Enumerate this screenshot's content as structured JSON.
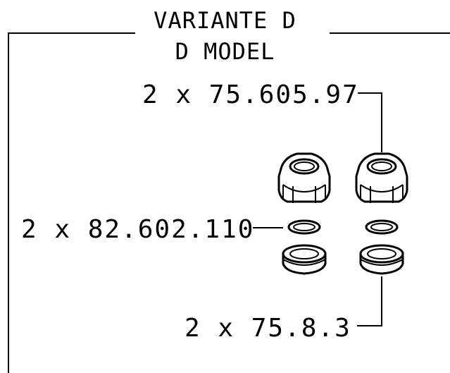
{
  "header": {
    "title_line1": "VARIANTE D",
    "title_line2": "D MODEL"
  },
  "parts": [
    {
      "quantity": 2,
      "label": "2 x 75.605.97",
      "component": "nut-icon"
    },
    {
      "quantity": 2,
      "label": "2 x 82.602.110",
      "component": "washer-icon"
    },
    {
      "quantity": 2,
      "label": "2 x 75.8.3",
      "component": "ring-icon"
    }
  ],
  "colors": {
    "line": "#000000",
    "background": "#ffffff"
  }
}
